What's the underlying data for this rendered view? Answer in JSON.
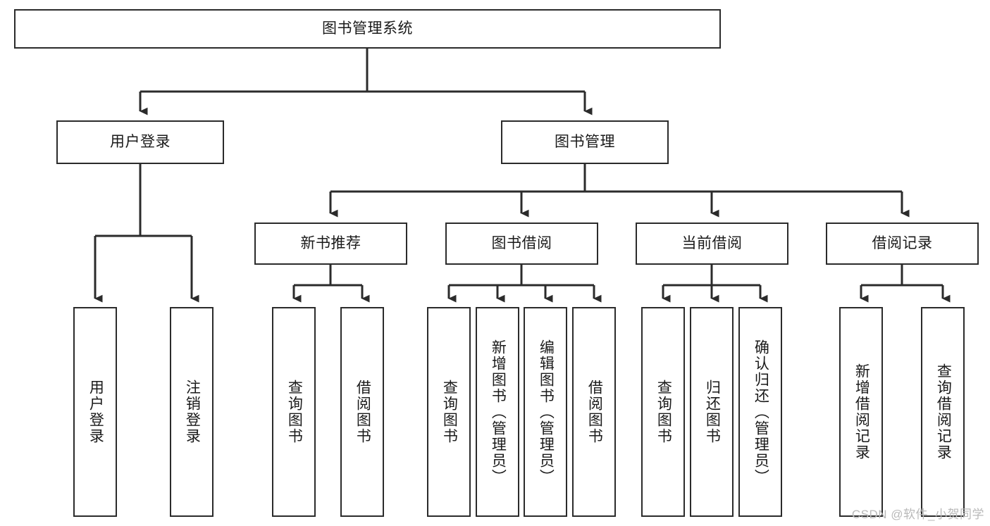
{
  "diagram": {
    "type": "tree-flowchart",
    "title": "图书管理系统",
    "watermark": "CSDN @软件_小贺同学",
    "colors": {
      "box_border": "#2b2b2b",
      "box_fill": "#ffffff",
      "connector": "#2b2b2b",
      "text": "#1a1a1a",
      "watermark": "#b9b9b9",
      "background": "#ffffff"
    },
    "levels": {
      "level1": [
        {
          "id": "root",
          "label": "图书管理系统"
        }
      ],
      "level2": [
        {
          "id": "user-login",
          "label": "用户登录"
        },
        {
          "id": "book-manage",
          "label": "图书管理"
        }
      ],
      "level3": [
        {
          "id": "new-book-rec",
          "label": "新书推荐",
          "parent": "book-manage"
        },
        {
          "id": "book-borrow",
          "label": "图书借阅",
          "parent": "book-manage"
        },
        {
          "id": "current-borrow",
          "label": "当前借阅",
          "parent": "book-manage"
        },
        {
          "id": "borrow-record",
          "label": "借阅记录",
          "parent": "book-manage"
        }
      ],
      "level4": [
        {
          "id": "leaf-user-login",
          "label": "用户登录",
          "parent": "user-login"
        },
        {
          "id": "leaf-logout",
          "label": "注销登录",
          "parent": "user-login"
        },
        {
          "id": "leaf-query-book-1",
          "label": "查询图书",
          "parent": "new-book-rec"
        },
        {
          "id": "leaf-borrow-book-1",
          "label": "借阅图书",
          "parent": "new-book-rec"
        },
        {
          "id": "leaf-query-book-2",
          "label": "查询图书",
          "parent": "book-borrow"
        },
        {
          "id": "leaf-add-book",
          "label": "新增图书（管理员）",
          "parent": "book-borrow"
        },
        {
          "id": "leaf-edit-book",
          "label": "编辑图书（管理员）",
          "parent": "book-borrow"
        },
        {
          "id": "leaf-borrow-book-2",
          "label": "借阅图书",
          "parent": "book-borrow"
        },
        {
          "id": "leaf-query-book-3",
          "label": "查询图书",
          "parent": "current-borrow"
        },
        {
          "id": "leaf-return-book",
          "label": "归还图书",
          "parent": "current-borrow"
        },
        {
          "id": "leaf-confirm-return",
          "label": "确认归还（管理员）",
          "parent": "current-borrow"
        },
        {
          "id": "leaf-add-record",
          "label": "新增借阅记录",
          "parent": "borrow-record"
        },
        {
          "id": "leaf-query-record",
          "label": "查询借阅记录",
          "parent": "borrow-record"
        }
      ]
    }
  }
}
